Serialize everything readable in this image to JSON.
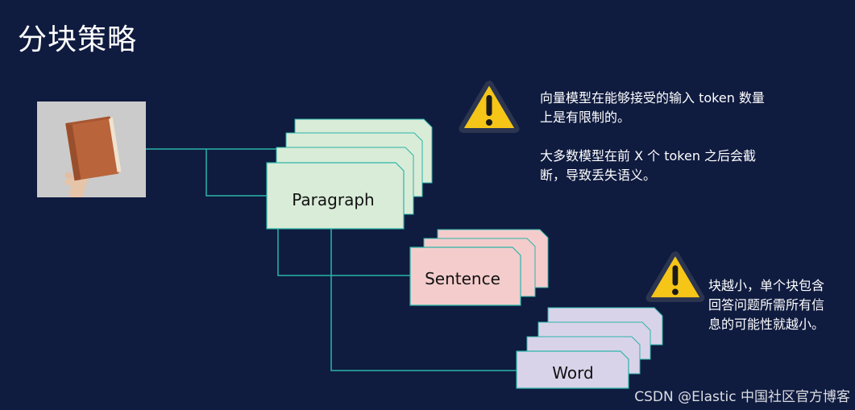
{
  "title": "分块策略",
  "boxes": {
    "paragraph": "Paragraph",
    "sentence": "Sentence",
    "word": "Word"
  },
  "notes": {
    "note1_line1": "向量模型在能够接受的输入 token 数量",
    "note1_line2": "上是有限制的。",
    "note2_line1": "大多数模型在前 X 个 token 之后会截",
    "note2_line2": "断，导致丢失语义。",
    "note3_line1": "块越小，单个块包含",
    "note3_line2": "回答问题所需所有信",
    "note3_line3": "息的可能性就越小。"
  },
  "watermark": "CSDN @Elastic 中国社区官方博客",
  "colors": {
    "background": "#0f1b3f",
    "paragraph_fill": "#d9ecd8",
    "sentence_fill": "#f4cccc",
    "word_fill": "#d9d3ea",
    "stack_fill": "#ffffff",
    "stroke": "#2bb5a8",
    "warning_yellow": "#f5c518"
  },
  "icons": [
    "book-photo",
    "warning-icon"
  ]
}
